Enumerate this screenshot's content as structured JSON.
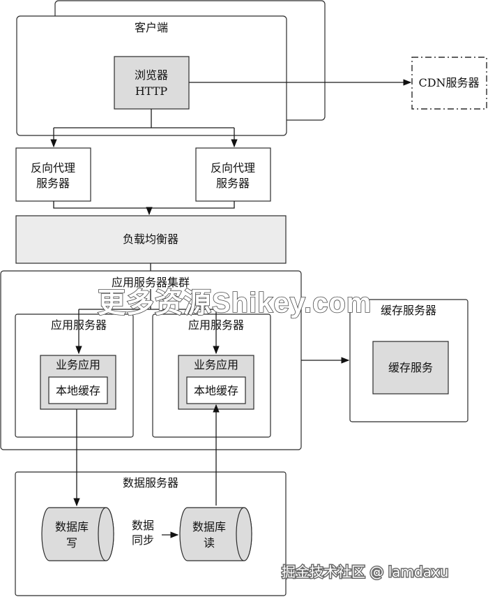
{
  "diagram": {
    "client": {
      "title": "客户端",
      "browser_line1": "浏览器",
      "browser_line2": "HTTP"
    },
    "cdn": "CDN服务器",
    "proxy_left_line1": "反向代理",
    "proxy_left_line2": "服务器",
    "proxy_right_line1": "反向代理",
    "proxy_right_line2": "服务器",
    "load_balancer": "负载均衡器",
    "app_cluster": {
      "title": "应用服务器集群",
      "server_left": {
        "title": "应用服务器",
        "app": "业务应用",
        "cache": "本地缓存"
      },
      "server_right": {
        "title": "应用服务器",
        "app": "业务应用",
        "cache": "本地缓存"
      }
    },
    "cache_server": {
      "title": "缓存服务器",
      "service": "缓存服务"
    },
    "data_server": {
      "title": "数据服务器",
      "db_write_line1": "数据库",
      "db_write_line2": "写",
      "sync_line1": "数据",
      "sync_line2": "同步",
      "db_read_line1": "数据库",
      "db_read_line2": "读"
    }
  },
  "watermarks": {
    "center": "更多资源Shikey.com",
    "bottom_right": "掘金技术社区 @ lamdaxu"
  }
}
